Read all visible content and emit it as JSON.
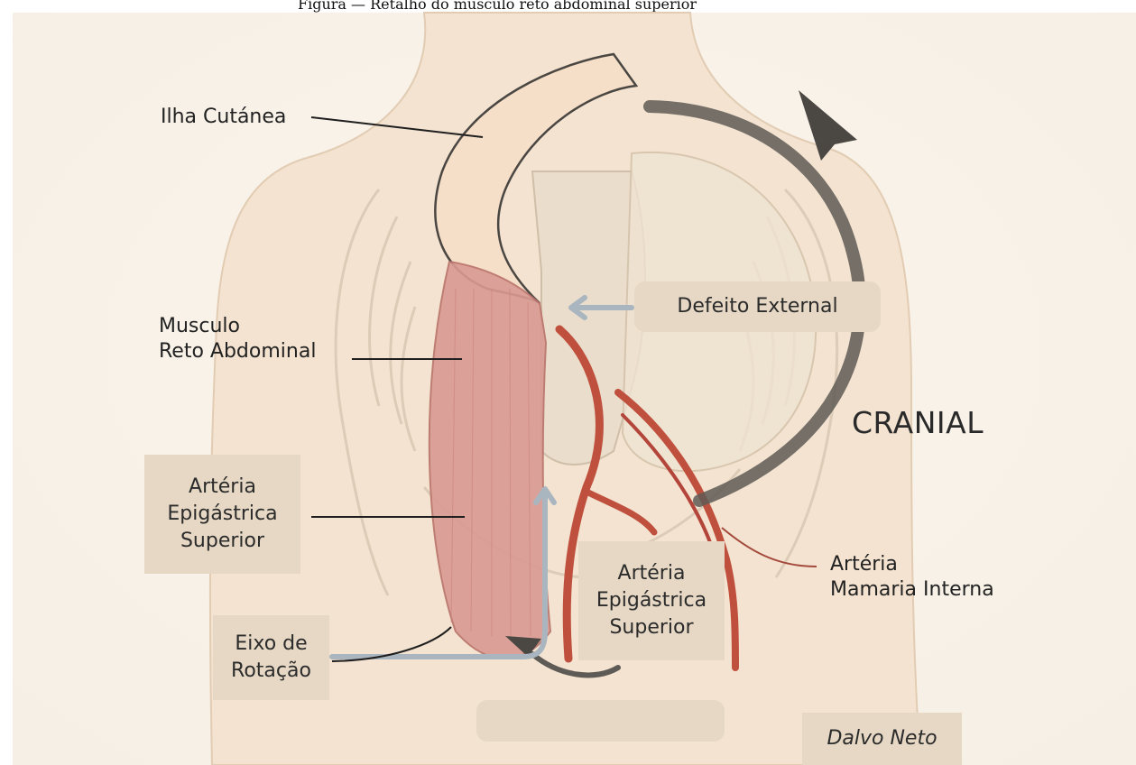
{
  "caption_top": "Figura — Retalho do músculo reto abdominal superior",
  "labels": {
    "ilha_cutanea": "Ilha Cutánea",
    "musculo_line1": "Musculo",
    "musculo_line2": "Reto Abdominal",
    "defeito": "Defeito External",
    "cranial": "CRANIAL",
    "arteria_left": [
      "Artéria",
      "Epigástrica",
      "Superior"
    ],
    "arteria_mid": [
      "Artéria",
      "Epigástrica",
      "Superior"
    ],
    "mamaria_line1": "Artéria",
    "mamaria_line2": "Mamaria Interna",
    "eixo": [
      "Eixo de",
      "Rotação"
    ],
    "signature": "Dalvo Neto"
  },
  "colors": {
    "skin": "#f3e3d0",
    "muscle": "#d99a92",
    "artery": "#c0503e",
    "label_box": "#e6d8c4",
    "arrow_gray": "#5e5a55",
    "arrow_blue": "#a9b6c0"
  }
}
